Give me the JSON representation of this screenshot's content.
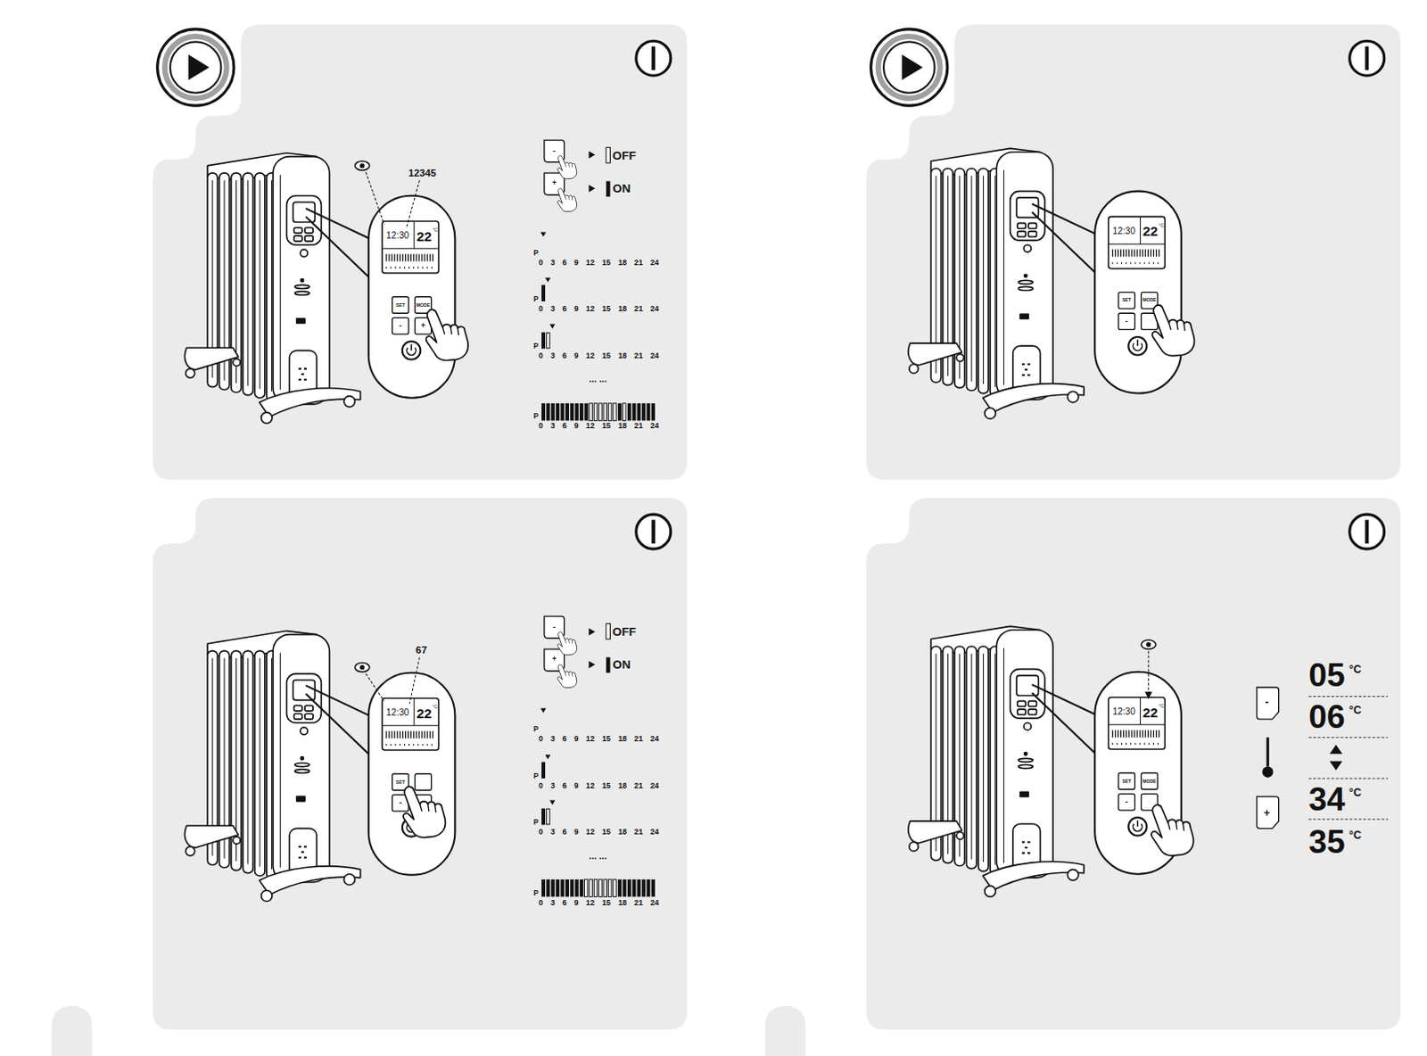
{
  "diagram": {
    "labels": [
      "12345",
      "12:30",
      "22",
      "°C",
      "SET",
      "MODE",
      "-",
      "+",
      "-",
      "OFF",
      "+",
      "ON",
      "P",
      "0 3 6 9 12 15 18 21 24",
      "P",
      "0 3 6 9 12 15 18 21 24",
      "P",
      "0 3 6 9 12 15 18 21 24",
      "... ...",
      "P",
      "0 3 6 9 12 15 18 21 24",
      "12:30",
      "22",
      "°C",
      "SET",
      "MODE",
      "-",
      "67",
      "12:30",
      "22",
      "°C",
      "SET",
      "-",
      "-",
      "OFF",
      "+",
      "ON",
      "P",
      "0 3 6 9 12 15 18 21 24",
      "P",
      "0 3 6 9 12 15 18 21 24",
      "P",
      "0 3 6 9 12 15 18 21 24",
      "... ...",
      "P",
      "0 3 6 9 12 15 18 21 24",
      "12:30",
      "22",
      "°C",
      "SET",
      "MODE",
      "-",
      "-",
      "+",
      "05",
      "°C",
      "06",
      "°C",
      "34",
      "°C",
      "35",
      "°C"
    ]
  }
}
